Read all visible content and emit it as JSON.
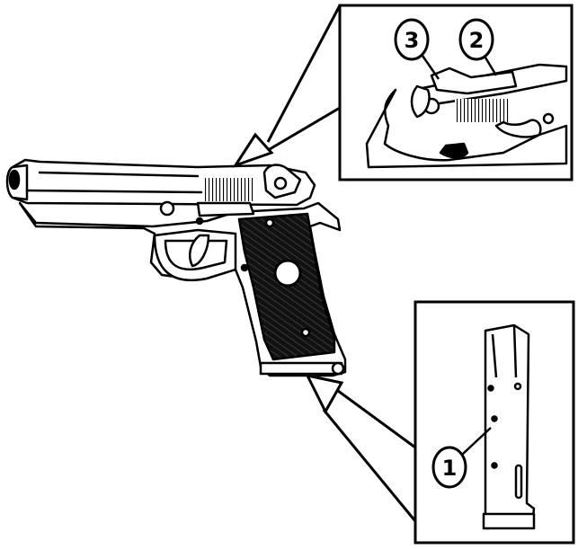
{
  "figure": {
    "callouts": [
      {
        "number": "1",
        "target": "magazine"
      },
      {
        "number": "2",
        "target": "slide"
      },
      {
        "number": "3",
        "target": "slide-stop"
      }
    ]
  },
  "colors": {
    "ink": "#000000",
    "paper": "#ffffff"
  }
}
